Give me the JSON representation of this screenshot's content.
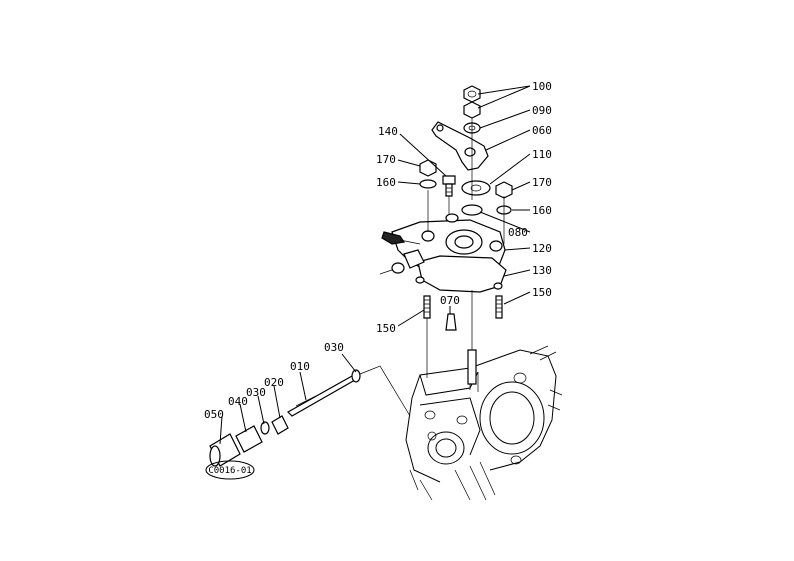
{
  "reference_code": "C0016-01",
  "labels": [
    {
      "id": "100",
      "text": "100"
    },
    {
      "id": "090",
      "text": "090"
    },
    {
      "id": "060",
      "text": "060"
    },
    {
      "id": "110",
      "text": "110"
    },
    {
      "id": "140",
      "text": "140"
    },
    {
      "id": "170a",
      "text": "170"
    },
    {
      "id": "160a",
      "text": "160"
    },
    {
      "id": "170b",
      "text": "170"
    },
    {
      "id": "160b",
      "text": "160"
    },
    {
      "id": "080",
      "text": "080"
    },
    {
      "id": "120",
      "text": "120"
    },
    {
      "id": "130",
      "text": "130"
    },
    {
      "id": "150a",
      "text": "150"
    },
    {
      "id": "150b",
      "text": "150"
    },
    {
      "id": "070",
      "text": "070"
    },
    {
      "id": "030a",
      "text": "030"
    },
    {
      "id": "010",
      "text": "010"
    },
    {
      "id": "020",
      "text": "020"
    },
    {
      "id": "030b",
      "text": "030"
    },
    {
      "id": "040",
      "text": "040"
    },
    {
      "id": "050",
      "text": "050"
    }
  ]
}
